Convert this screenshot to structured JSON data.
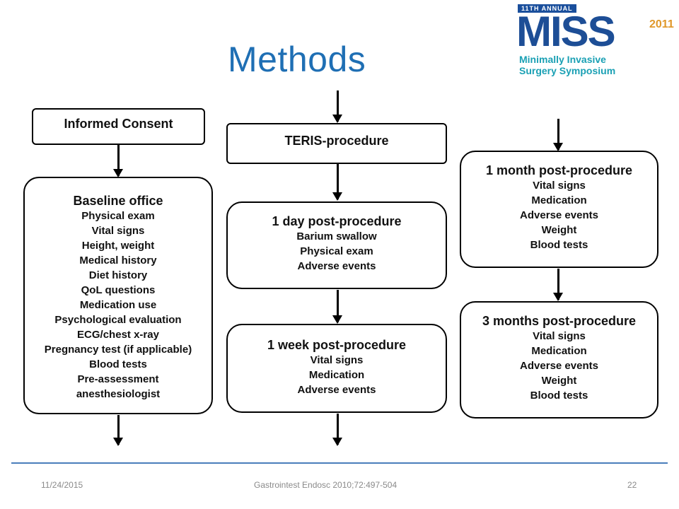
{
  "slide": {
    "title": "Methods",
    "logo": {
      "annual": "11TH ANNUAL",
      "brand": "MISS",
      "year": "2011",
      "subtitle_line1": "Minimally Invasive",
      "subtitle_line2": "Surgery Symposium"
    },
    "footer": {
      "date": "11/24/2015",
      "citation": "Gastrointest Endosc 2010;72:497-504",
      "page_number": "22"
    }
  },
  "diagram": {
    "column1": {
      "consent": "Informed Consent",
      "baseline": {
        "heading": "Baseline office",
        "items": [
          "Physical exam",
          "Vital signs",
          "Height, weight",
          "Medical history",
          "Diet history",
          "QoL questions",
          "Medication use",
          "Psychological evaluation",
          "ECG/chest x-ray",
          "Pregnancy test (if applicable)",
          "Blood tests",
          "Pre-assessment",
          "anesthesiologist"
        ]
      }
    },
    "column2": {
      "procedure": "TERIS-procedure",
      "day1": {
        "heading": "1 day post-procedure",
        "items": [
          "Barium swallow",
          "Physical exam",
          "Adverse events"
        ]
      },
      "week1": {
        "heading": "1 week post-procedure",
        "items": [
          "Vital signs",
          "Medication",
          "Adverse events"
        ]
      }
    },
    "column3": {
      "month1": {
        "heading": "1 month post-procedure",
        "items": [
          "Vital signs",
          "Medication",
          "Adverse events",
          "Weight",
          "Blood tests"
        ]
      },
      "month3": {
        "heading": "3 months post-procedure",
        "items": [
          "Vital signs",
          "Medication",
          "Adverse events",
          "Weight",
          "Blood tests"
        ]
      }
    }
  },
  "colors": {
    "title": "#1f6fb4",
    "footer_rule": "#4a7ebb",
    "logo_blue": "#1d4e96",
    "logo_teal": "#1aa0b4",
    "logo_orange": "#e0982a"
  }
}
